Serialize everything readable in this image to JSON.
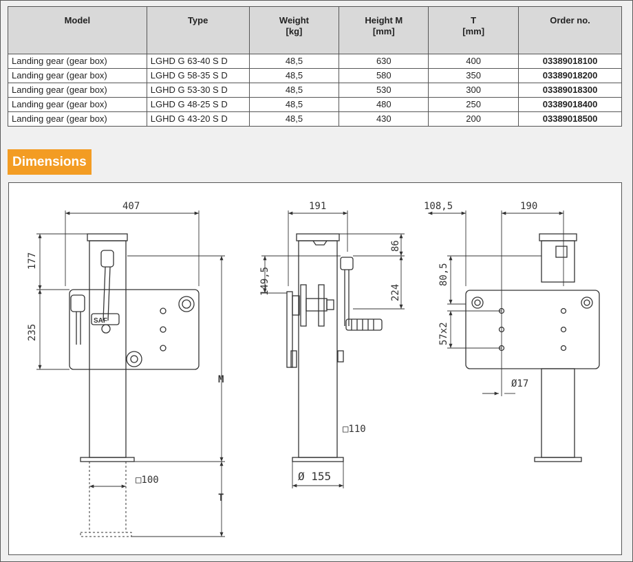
{
  "table": {
    "headers": [
      {
        "line1": "Model",
        "line2": ""
      },
      {
        "line1": "Type",
        "line2": ""
      },
      {
        "line1": "Weight",
        "line2": "[kg]"
      },
      {
        "line1": "Height M",
        "line2": "[mm]"
      },
      {
        "line1": "T",
        "line2": "[mm]"
      },
      {
        "line1": "Order no.",
        "line2": ""
      }
    ],
    "rows": [
      [
        "Landing gear (gear box)",
        "LGHD G 63-40 S D",
        "48,5",
        "630",
        "400",
        "03389018100"
      ],
      [
        "Landing gear (gear box)",
        "LGHD G 58-35 S D",
        "48,5",
        "580",
        "350",
        "03389018200"
      ],
      [
        "Landing gear (gear box)",
        "LGHD G 53-30 S D",
        "48,5",
        "530",
        "300",
        "03389018300"
      ],
      [
        "Landing gear (gear box)",
        "LGHD G 48-25 S D",
        "48,5",
        "480",
        "250",
        "03389018400"
      ],
      [
        "Landing gear (gear box)",
        "LGHD G 43-20 S D",
        "48,5",
        "430",
        "200",
        "03389018500"
      ]
    ]
  },
  "section": {
    "title": "Dimensions"
  },
  "drawing": {
    "left_view": {
      "width": "407",
      "upper": "177",
      "lower": "235",
      "height": "M",
      "travel": "T",
      "foot": "□100",
      "logo": "SAF"
    },
    "middle_view": {
      "width": "191",
      "crank_upper": "149,5",
      "top_offset": "86",
      "crank_lower": "224",
      "tube": "□110",
      "foot": "Ø 155"
    },
    "right_view": {
      "offset": "108,5",
      "width": "190",
      "upper": "80,5",
      "hole_spacing": "57x2",
      "hole_diameter": "Ø17"
    }
  },
  "colors": {
    "accent": "#f39c23",
    "header_bg": "#d9d9d9",
    "line": "#333333"
  }
}
